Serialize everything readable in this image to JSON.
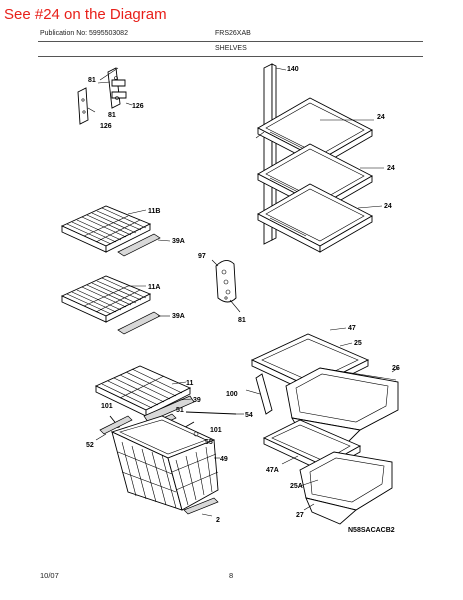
{
  "banner": "See #24 on the Diagram",
  "header": {
    "publication": "Publication No: 5995503082",
    "model": "FRS26XAB",
    "section": "SHELVES"
  },
  "labels": {
    "l140": "140",
    "l81a": "81",
    "l126a": "126",
    "l81b": "81",
    "l126b": "126",
    "l24a": "24",
    "l24b": "24",
    "l24c": "24",
    "l11b": "11B",
    "l39a1": "39A",
    "l97": "97",
    "l81c": "81",
    "l11a": "11A",
    "l39a2": "39A",
    "l47": "47",
    "l25": "25",
    "l26": "26",
    "l11": "11",
    "l100": "100",
    "l101a": "101",
    "l39": "39",
    "l51": "51",
    "l54": "54",
    "l101b": "101",
    "l52": "52",
    "l55": "55",
    "l49": "49",
    "l47a": "47A",
    "l25a": "25A",
    "l2": "2",
    "l27": "27",
    "code": "N58SACACB2"
  },
  "footer": {
    "date": "10/07",
    "page": "8"
  }
}
